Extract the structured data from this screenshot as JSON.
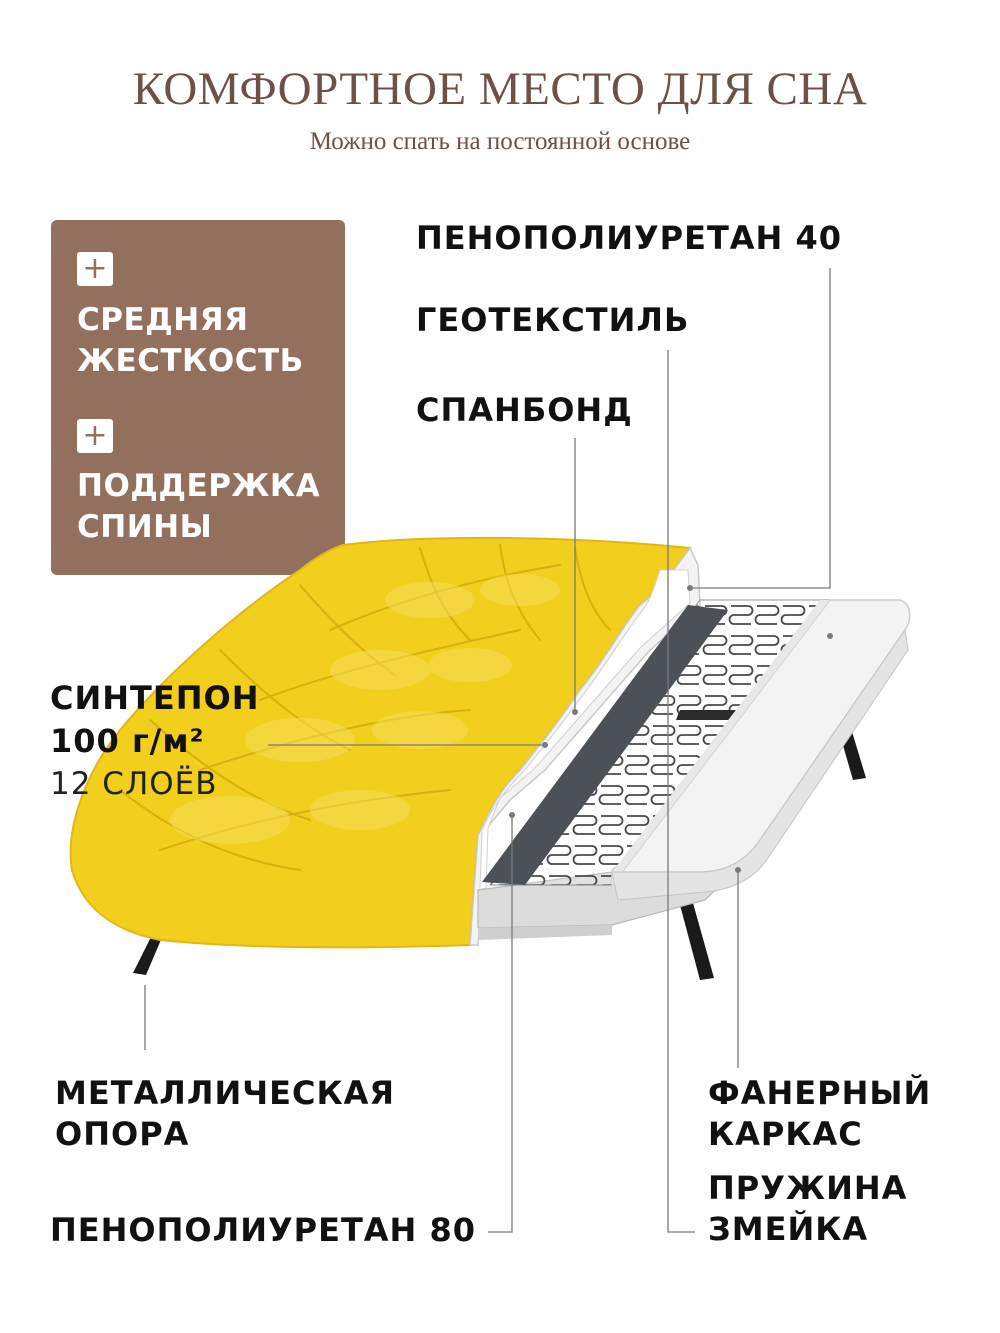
{
  "header": {
    "title": "КОМФОРТНОЕ МЕСТО ДЛЯ СНА",
    "subtitle": "Можно спать на постоянной основе"
  },
  "features": [
    {
      "icon": "plus-icon",
      "line1": "СРЕДНЯЯ",
      "line2": "ЖЕСТКОСТЬ"
    },
    {
      "icon": "plus-icon",
      "line1": "ПОДДЕРЖКА",
      "line2": "СПИНЫ"
    }
  ],
  "labels": {
    "ppu40": "ПЕНОПОЛИУРЕТАН 40",
    "geotextile": "ГЕОТЕКСТИЛЬ",
    "spunbond": "СПАНБОНД",
    "sintepon_line1": "СИНТЕПОН",
    "sintepon_line2": "100 г/м²",
    "sintepon_line3": "12 СЛОЁВ",
    "metal_line1": "МЕТАЛЛИЧЕСКАЯ",
    "metal_line2": "ОПОРА",
    "ppu80": "ПЕНОПОЛИУРЕТАН 80",
    "plywood_line1": "ФАНЕРНЫЙ",
    "plywood_line2": "КАРКАС",
    "spring_line1": "ПРУЖИНА",
    "spring_line2": "ЗМЕЙКА"
  },
  "colors": {
    "title": "#6e5049",
    "box": "#93705e",
    "upholstery": "#f2cf1d",
    "foam": "#f3f3f3",
    "plywood_edge": "#dcdcdc",
    "spunbond_strip": "#4b5157",
    "leg": "#1a1a1a"
  }
}
